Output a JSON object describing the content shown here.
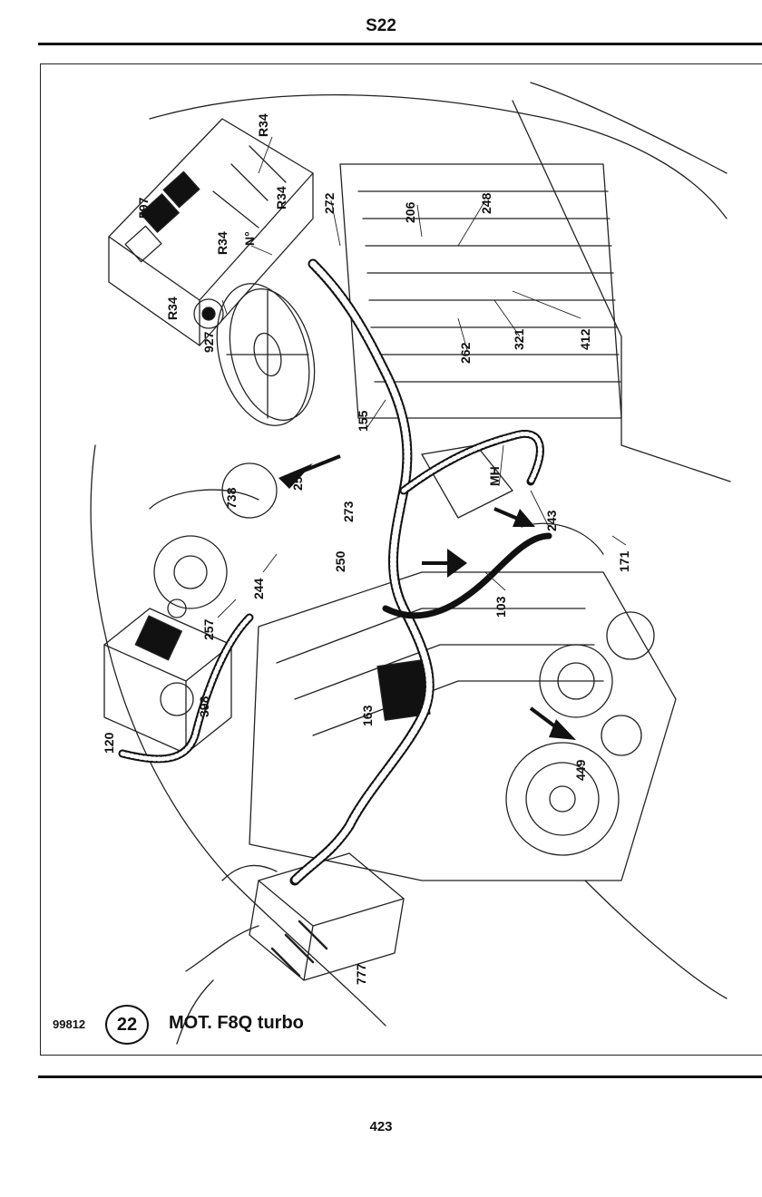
{
  "header": {
    "title": "S22"
  },
  "diagram": {
    "labels": [
      {
        "id": "597",
        "text": "597"
      },
      {
        "id": "r34-a",
        "text": "R34"
      },
      {
        "id": "r34-b",
        "text": "R34"
      },
      {
        "id": "r34-c",
        "text": "R34"
      },
      {
        "id": "r34-d",
        "text": "R34"
      },
      {
        "id": "n",
        "text": "N°"
      },
      {
        "id": "927",
        "text": "927"
      },
      {
        "id": "272",
        "text": "272"
      },
      {
        "id": "206",
        "text": "206"
      },
      {
        "id": "248",
        "text": "248"
      },
      {
        "id": "412",
        "text": "412"
      },
      {
        "id": "321",
        "text": "321"
      },
      {
        "id": "262",
        "text": "262"
      },
      {
        "id": "155",
        "text": "155"
      },
      {
        "id": "738",
        "text": "738"
      },
      {
        "id": "251",
        "text": "251"
      },
      {
        "id": "273",
        "text": "273"
      },
      {
        "id": "mh",
        "text": "MH"
      },
      {
        "id": "243",
        "text": "243"
      },
      {
        "id": "250",
        "text": "250"
      },
      {
        "id": "244",
        "text": "244"
      },
      {
        "id": "257",
        "text": "257"
      },
      {
        "id": "103",
        "text": "103"
      },
      {
        "id": "171",
        "text": "171"
      },
      {
        "id": "398",
        "text": "398"
      },
      {
        "id": "163",
        "text": "163"
      },
      {
        "id": "120",
        "text": "120"
      },
      {
        "id": "449",
        "text": "449"
      },
      {
        "id": "777",
        "text": "777"
      }
    ]
  },
  "footer": {
    "ref": "99812",
    "badge": "22",
    "engine": "MOT. F8Q turbo"
  },
  "page_number": "423"
}
